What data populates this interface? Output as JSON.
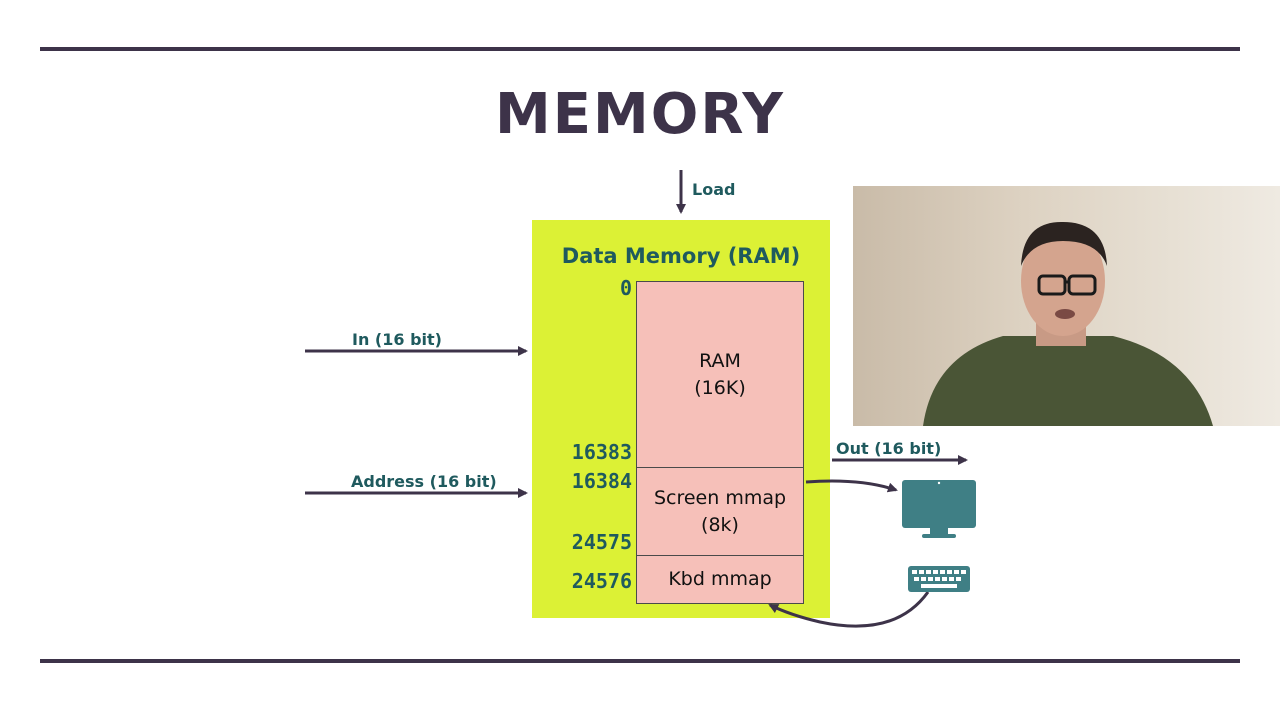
{
  "slide": {
    "title": "MEMORY"
  },
  "diagram": {
    "chip_title": "Data Memory (RAM)",
    "inputs": {
      "load_label": "Load",
      "in_label": "In (16 bit)",
      "address_label": "Address (16 bit)"
    },
    "outputs": {
      "out_label": "Out (16 bit)"
    },
    "segments": [
      {
        "name": "ram",
        "label": "RAM\n(16K)",
        "start_address": "0",
        "end_address": "16383"
      },
      {
        "name": "screen",
        "label": "Screen mmap\n(8k)",
        "start_address": "16384",
        "end_address": "24575"
      },
      {
        "name": "keyboard",
        "label": "Kbd mmap",
        "start_address": "24576"
      }
    ],
    "devices": {
      "monitor_icon": "monitor-icon",
      "keyboard_icon": "keyboard-icon"
    }
  },
  "webcam": {
    "description": "presenter-video-feed"
  },
  "colors": {
    "title": "#3d3349",
    "chip_bg": "#dcf135",
    "segment_bg": "#f6c0b9",
    "label_text": "#1f5a5e",
    "arrow": "#3d3349",
    "device": "#3f7f85"
  }
}
